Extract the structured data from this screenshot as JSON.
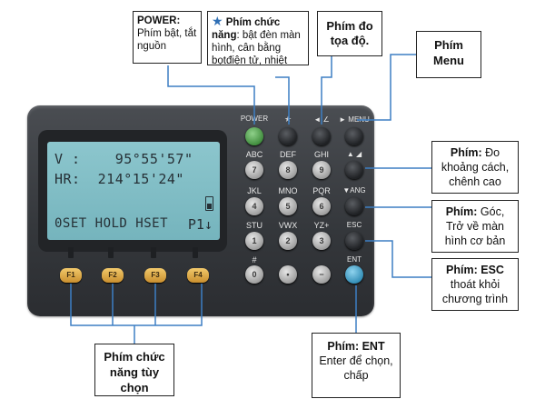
{
  "display": {
    "line1": "V :    95°55'57\"",
    "line2": "HR:  214°15'24\"",
    "softkeys": "0SET HOLD HSET",
    "page": "P1↓"
  },
  "fkeys": [
    "F1",
    "F2",
    "F3",
    "F4"
  ],
  "top_key_labels": {
    "power": "POWER",
    "star": "★",
    "coord": "◄ ∠",
    "menu": "► MENU"
  },
  "right_key_labels": {
    "dist": "▲ ◢",
    "ang": "▼ANG",
    "esc": "ESC",
    "ent": "ENT"
  },
  "keypad_letters": [
    "ABC",
    "DEF",
    "GHI",
    "JKL",
    "MNO",
    "PQR",
    "STU",
    "VWX",
    "YZ+",
    "#",
    "",
    ""
  ],
  "keypad_numbers": [
    "7",
    "8",
    "9",
    "4",
    "5",
    "6",
    "1",
    "2",
    "3",
    "0",
    "•",
    "−"
  ],
  "callouts": {
    "power": {
      "title": "POWER:",
      "text": "Phím bật, tắt nguồn"
    },
    "star": {
      "title": "Phím chức năng",
      "text": ": bật đèn màn hình, cân bằng bọtđiện tử, nhiệt"
    },
    "coord": {
      "title": "Phím đo tọa độ."
    },
    "menu": {
      "title": "Phím Menu"
    },
    "dist": {
      "title": "Phím:",
      "text": " Đo khoảng cách, chênh cao"
    },
    "ang": {
      "title": "Phím:",
      "text": " Góc, Trở về màn hình cơ bản"
    },
    "esc": {
      "title": "Phím: ESC",
      "text": "thoát khỏi chương trình"
    },
    "fn": {
      "title": "Phím chức năng tùy chọn"
    },
    "ent": {
      "title": "Phím: ENT",
      "text": "Enter để chọn, chấp"
    }
  },
  "colors": {
    "wire": "#3d7fc4",
    "fkey": "#e3b04f",
    "power": "#5fb15a",
    "ent": "#4aa7d1",
    "lcd": "#82bdc5"
  }
}
